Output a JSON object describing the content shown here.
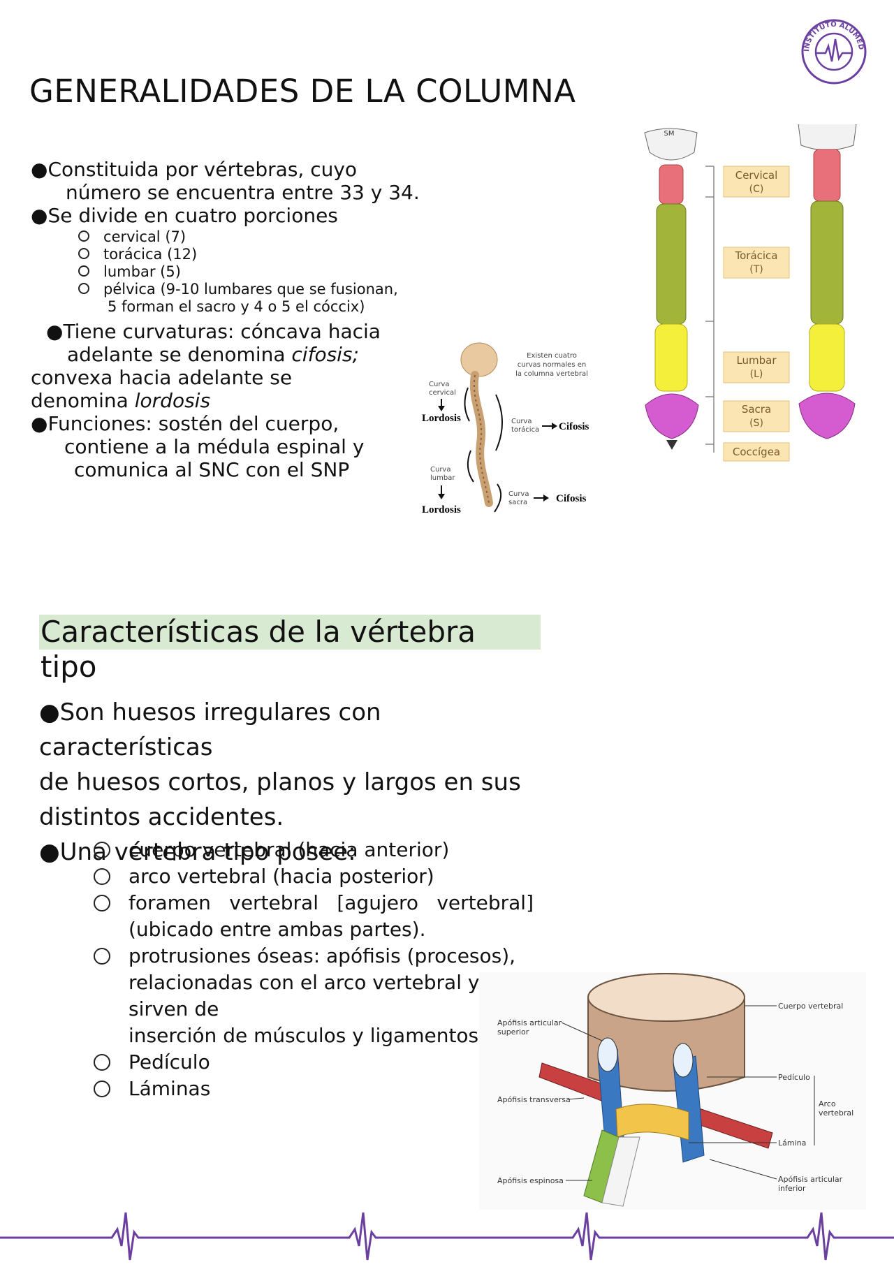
{
  "logo": {
    "text": "INSTITUTO ALUMED",
    "color": "#6a3fa0"
  },
  "section1": {
    "title": "GENERALIDADES DE LA COLUMNA",
    "b1_l1": "Constituida por vértebras, cuyo",
    "b1_l2": "número se encuentra entre 33 y 34.",
    "b2": "Se divide en cuatro porciones",
    "portions": [
      "cervical (7)",
      "torácica (12)",
      "lumbar (5)",
      "pélvica (9-10 lumbares que se fusionan,",
      "5 forman el sacro y 4 o 5 el cóccix)"
    ],
    "b3_l1": "Tiene curvaturas: cóncava hacia",
    "b3_l2a": "adelante se denomina ",
    "b3_l2b": "cifosis;",
    "b3_l3": "convexa hacia adelante se",
    "b3_l4a": "denomina ",
    "b3_l4b": "lordosis",
    "b4_l1": "Funciones: sostén del cuerpo,",
    "b4_l2": "contiene a la médula espinal y",
    "b4_l3": "comunica al SNC con el SNP"
  },
  "curves_figure": {
    "note_l1": "Existen cuatro",
    "note_l2": "curvas normales en",
    "note_l3": "la columna vertebral",
    "curva_cervical_l1": "Curva",
    "curva_cervical_l2": "cervical",
    "lordosis_1": "Lordosis",
    "curva_toracica_l1": "Curva",
    "curva_toracica_l2": "torácica",
    "cifosis_1": "Cifosis",
    "curva_lumbar_l1": "Curva",
    "curva_lumbar_l2": "lumbar",
    "lordosis_2": "Lordosis",
    "curva_sacra_l1": "Curva",
    "curva_sacra_l2": "sacra",
    "cifosis_2": "Cifosis"
  },
  "regions_figure": {
    "skull": "SM",
    "regions": [
      {
        "name": "Cervical",
        "abbr": "(C)",
        "color": "#e8707a"
      },
      {
        "name": "Torácica",
        "abbr": "(T)",
        "color": "#a3b43a"
      },
      {
        "name": "Lumbar",
        "abbr": "(L)",
        "color": "#f3ef3a"
      },
      {
        "name": "Sacra",
        "abbr": "(S)",
        "color": "#d45bd0"
      },
      {
        "name": "Coccígea",
        "abbr": "",
        "color": "#333333"
      }
    ]
  },
  "section2": {
    "title": "Características de la vértebra tipo",
    "title_bg": "#d9ead3",
    "b1_l1": "Son huesos irregulares con características",
    "b1_l2": "de huesos cortos, planos y largos en sus",
    "b1_l3": "distintos accidentes.",
    "b2": "Una vértebra tipo posee:",
    "items": [
      "cuerpo vertebral (hacia anterior)",
      "arco vertebral (hacia posterior)",
      "foramen",
      "vertebral",
      "[agujero",
      "vertebral]",
      "(ubicado entre ambas partes).",
      "protrusiones óseas: apófisis (procesos),",
      "relacionadas con el arco vertebral y sirven de",
      "inserción de músculos y ligamentos",
      "Pedículo",
      "Láminas"
    ]
  },
  "vertebra_figure": {
    "cuerpo": "Cuerpo vertebral",
    "art_sup_l1": "Apófisis articular",
    "art_sup_l2": "superior",
    "pediculo": "Pedículo",
    "arco_l1": "Arco",
    "arco_l2": "vertebral",
    "transversa": "Apófisis transversa",
    "lamina": "Lámina",
    "espinosa": "Apófisis espinosa",
    "art_inf_l1": "Apófisis articular",
    "art_inf_l2": "inferior"
  },
  "footer": {
    "line_color": "#6a3fa0"
  }
}
